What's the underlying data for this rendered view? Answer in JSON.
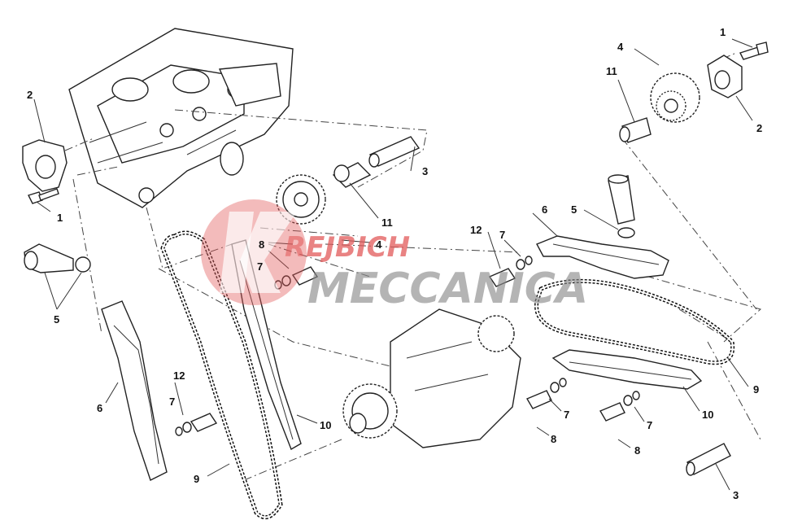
{
  "diagram": {
    "callouts": {
      "c1a": "1",
      "c1b": "1",
      "c2a": "2",
      "c2b": "2",
      "c3a": "3",
      "c3b": "3",
      "c4a": "4",
      "c4b": "4",
      "c5a": "5",
      "c5b": "5",
      "c6a": "6",
      "c6b": "6",
      "c7a": "7",
      "c7b": "7",
      "c7c": "7",
      "c7d": "7",
      "c7e": "7",
      "c8a": "8",
      "c8b": "8",
      "c8c": "8",
      "c9a": "9",
      "c9b": "9",
      "c10a": "10",
      "c10b": "10",
      "c11a": "11",
      "c11b": "11",
      "c12a": "12",
      "c12b": "12"
    },
    "watermark": {
      "line1": "REJBICH",
      "line2": "MECCANICA",
      "color": "#e25a5a"
    }
  }
}
